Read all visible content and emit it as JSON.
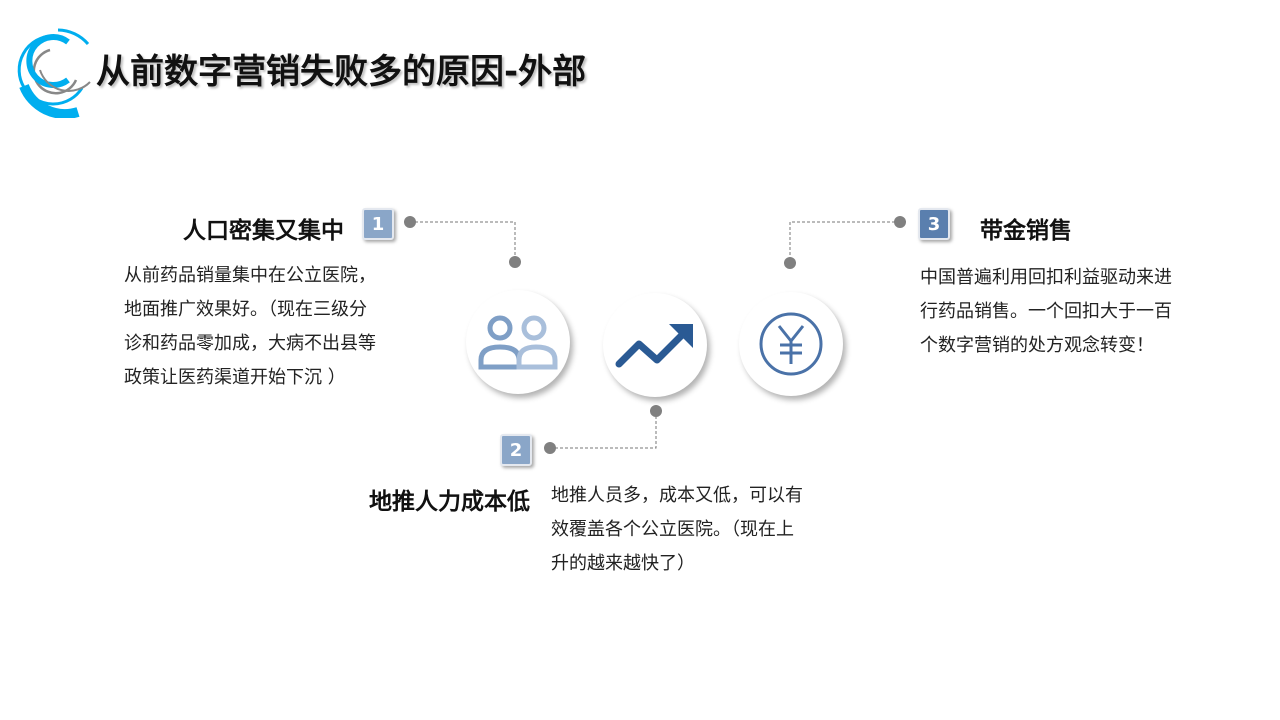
{
  "title": "从前数字营销失败多的原因-外部",
  "items": [
    {
      "number": "1",
      "heading": "人口密集又集中",
      "lines": [
        "从前药品销量集中在公立医院，",
        "地面推广效果好。（现在三级分",
        "诊和药品零加成，大病不出县等",
        "政策让医药渠道开始下沉 ）"
      ],
      "icon": "people-icon"
    },
    {
      "number": "2",
      "heading": "地推人力成本低",
      "lines": [
        "地推人员多，成本又低，可以有",
        "效覆盖各个公立医院。（现在上",
        "升的越来越快了）"
      ],
      "icon": "trend-up-icon"
    },
    {
      "number": "3",
      "heading": "带金销售",
      "lines": [
        "中国普遍利用回扣利益驱动来进",
        "行药品销售。一个回扣大于一百",
        "个数字营销的处方观念转变！"
      ],
      "icon": "yen-icon"
    }
  ],
  "colors": {
    "accent": "#00aeef",
    "badge_light": "#8aa6c8",
    "badge_dark": "#5a7fae",
    "icon_blue": "#2a5a94"
  }
}
